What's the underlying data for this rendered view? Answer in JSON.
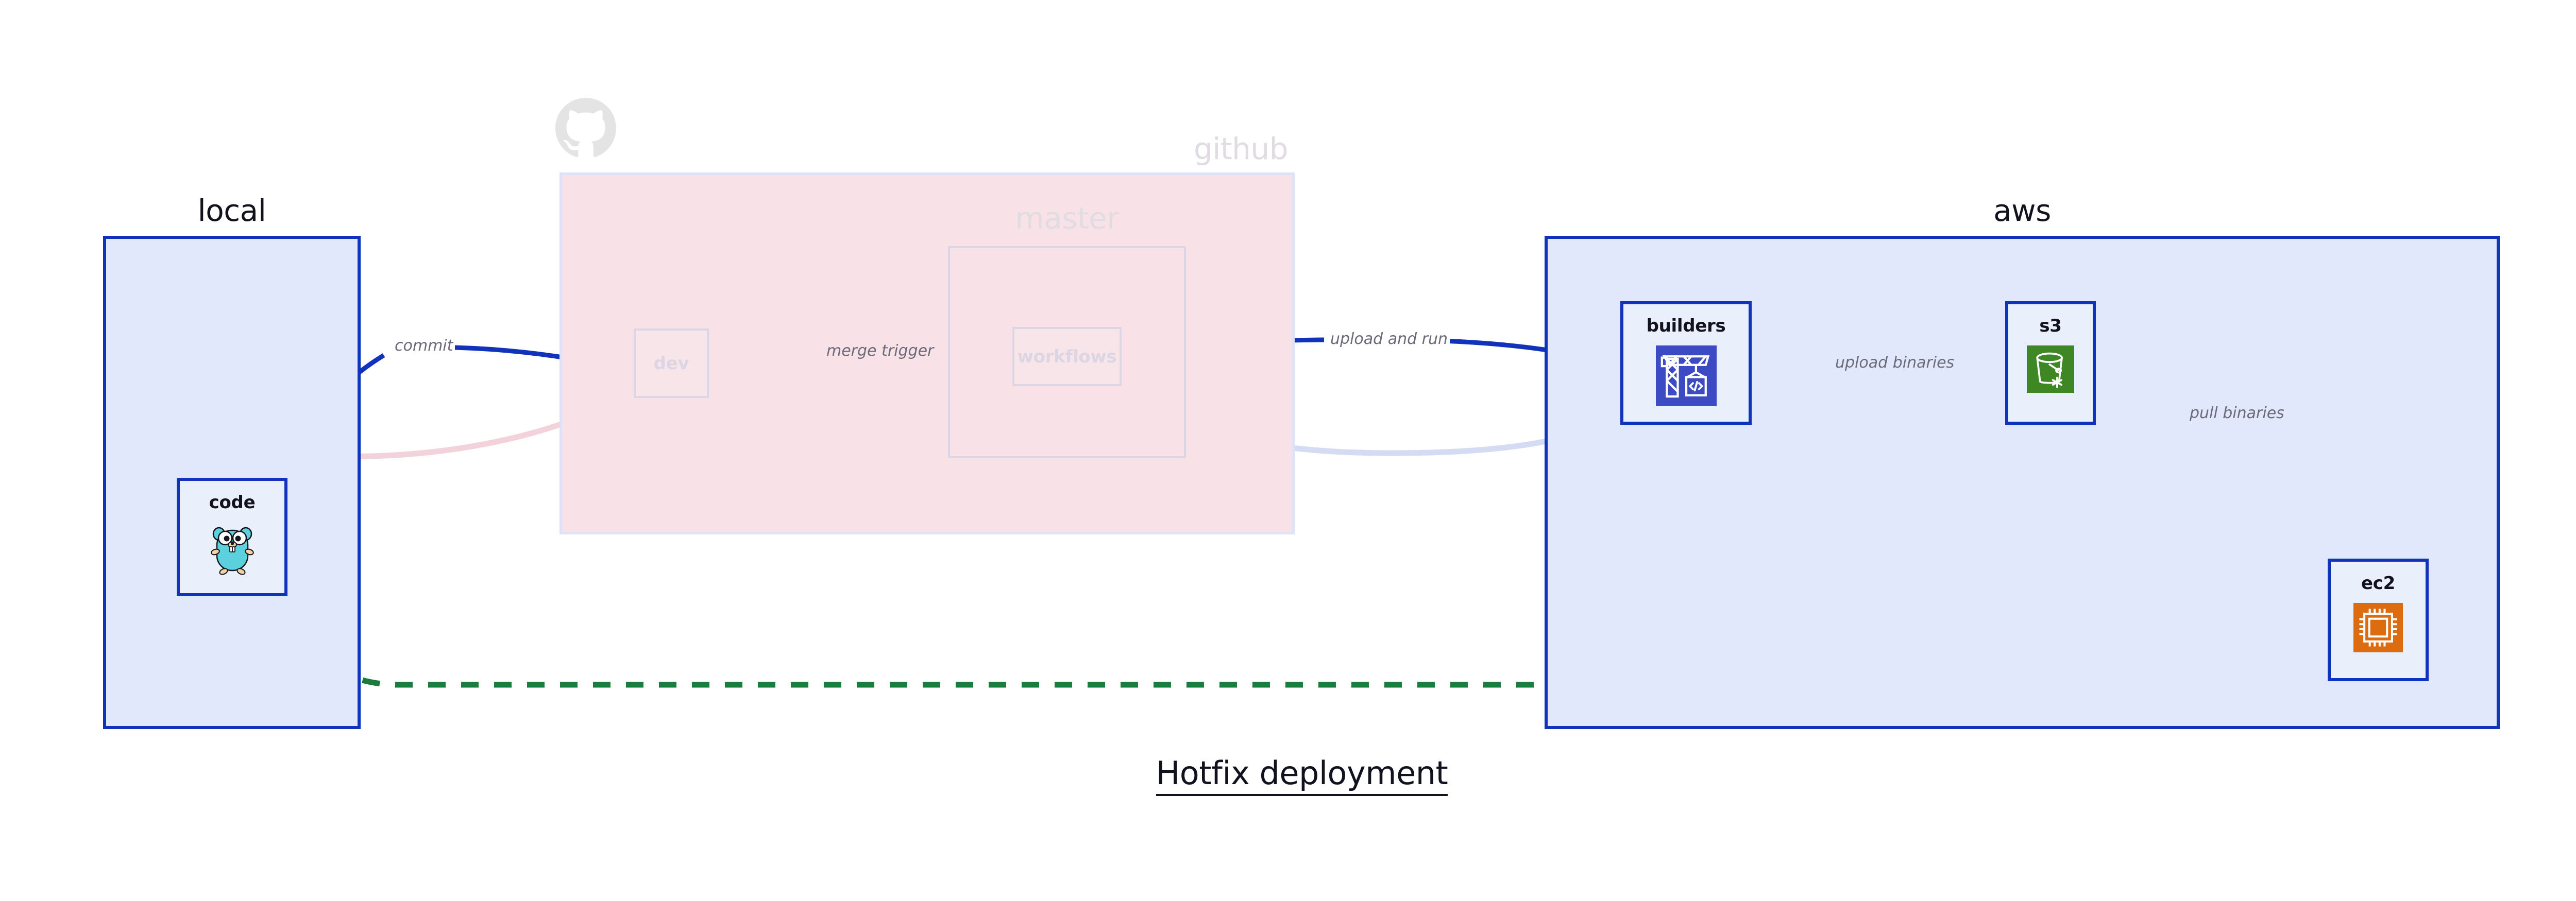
{
  "diagram": {
    "caption": "Hotfix deployment",
    "background_color": "#ffffff",
    "accent_color": "#1133BB",
    "highlight_color": "#1B7A3C",
    "muted_color": "#6A6A78"
  },
  "groups": [
    {
      "id": "local",
      "title": "local",
      "style": "blue",
      "fill": "#E2E8FB",
      "stroke": "#1133BB",
      "faded": false
    },
    {
      "id": "github",
      "title": "github",
      "style": "pink",
      "fill": "#F8E2E8",
      "stroke": "#DCE3F7",
      "faded": true
    },
    {
      "id": "master",
      "title": "master",
      "style": "faint",
      "stroke": "#DCD6E4",
      "faded": true
    },
    {
      "id": "aws",
      "title": "aws",
      "style": "blue",
      "fill": "#E2E8FB",
      "stroke": "#1133BB",
      "faded": false
    }
  ],
  "nodes": [
    {
      "id": "code",
      "label": "code",
      "icon": "go-gopher-icon",
      "group": "local",
      "faded": false
    },
    {
      "id": "dev",
      "label": "dev",
      "icon": "none",
      "group": "github",
      "faded": true
    },
    {
      "id": "workflows",
      "label": "workflows",
      "icon": "none",
      "group": "master",
      "faded": true
    },
    {
      "id": "builders",
      "label": "builders",
      "icon": "aws-codebuild-crane-icon",
      "icon_color": "#3C4BC4",
      "group": "aws",
      "faded": false
    },
    {
      "id": "s3",
      "label": "s3",
      "icon": "aws-s3-bucket-icon",
      "icon_color": "#3F8624",
      "group": "aws",
      "faded": false
    },
    {
      "id": "ec2",
      "label": "ec2",
      "icon": "aws-ec2-chip-icon",
      "icon_color": "#DD6B10",
      "group": "aws",
      "faded": false
    }
  ],
  "edges": [
    {
      "id": "commit",
      "label": "commit",
      "from": "code",
      "to": "dev",
      "style": "solid",
      "color": "#1133BB",
      "faded": false
    },
    {
      "id": "merge-trigger",
      "label": "merge trigger",
      "from": "dev",
      "to": "workflows",
      "style": "solid",
      "color": "#1133BB",
      "faded": false
    },
    {
      "id": "upload-and-run",
      "label": "upload and run",
      "from": "workflows",
      "to": "builders",
      "style": "solid",
      "color": "#1133BB",
      "faded": false
    },
    {
      "id": "upload-binaries",
      "label": "upload binaries",
      "from": "builders",
      "to": "s3",
      "style": "solid",
      "color": "#1133BB",
      "faded": false
    },
    {
      "id": "pull-binaries",
      "label": "pull binaries",
      "from": "s3",
      "to": "ec2",
      "style": "solid",
      "color": "#1133BB",
      "faded": false
    },
    {
      "id": "hotfix-direct",
      "label": "",
      "from": "code",
      "to": "ec2",
      "style": "dashed",
      "color": "#1B7A3C",
      "faded": false
    },
    {
      "id": "faded-return-1",
      "label": "",
      "from": "code",
      "to": "dev",
      "style": "solid",
      "color": "#F2DDE3",
      "faded": true
    },
    {
      "id": "faded-return-2",
      "label": "",
      "from": "dev",
      "to": "workflows",
      "style": "solid",
      "color": "#DCD6E4",
      "faded": true
    },
    {
      "id": "faded-return-3",
      "label": "",
      "from": "workflows",
      "to": "builders",
      "style": "solid",
      "color": "#DCE0F0",
      "faded": true
    }
  ],
  "icons": {
    "github_logo": "github-octocat-icon"
  }
}
